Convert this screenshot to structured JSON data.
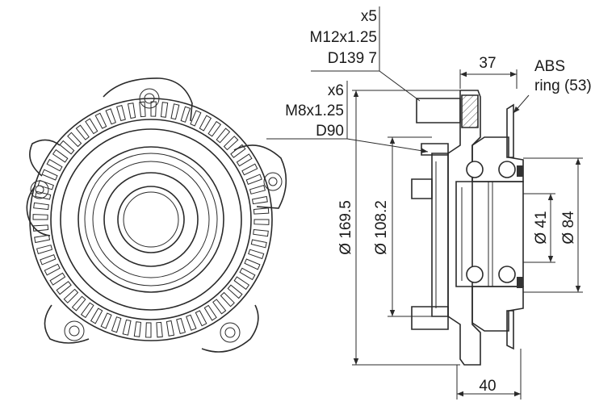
{
  "front_view": {
    "abs_tooth_count": 64
  },
  "callouts": {
    "wheel_bolts": {
      "count": "x5",
      "thread": "M12x1.25",
      "pcd": "D139 7"
    },
    "mount_bolts": {
      "count": "x6",
      "thread": "M8x1.25",
      "pcd": "D90"
    },
    "abs_ring": {
      "line1": "ABS",
      "line2": "ring (53)"
    }
  },
  "dimensions": {
    "top_width": "37",
    "bottom_width": "40",
    "flange_diameter": "Ø 169.5",
    "pilot_diameter": "Ø 108.2",
    "bore_diameter": "Ø 41",
    "outer_diameter": "Ø 84"
  }
}
